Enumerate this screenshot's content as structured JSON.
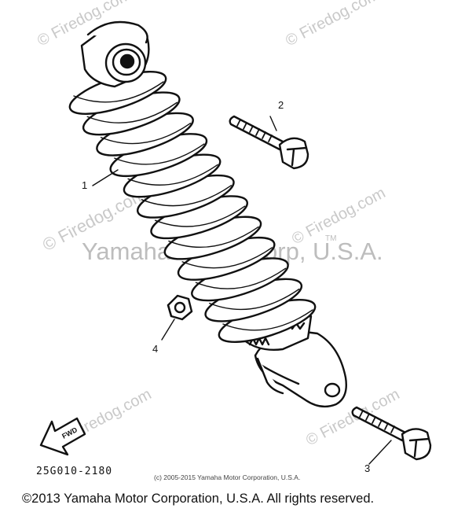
{
  "watermark": {
    "site": "© Firedog.com",
    "main": "Yamaha Motor Corp, U.S.A.",
    "tm": "TM"
  },
  "callouts": {
    "part1": "1",
    "part2": "2",
    "part3": "3",
    "part4": "4"
  },
  "forward_arrow_label": "FWD",
  "diagram_code": "25G010-2180",
  "copyright_small": "(c) 2005-2015 Yamaha Motor Corporation, U.S.A.",
  "copyright_main": "©2013 Yamaha Motor Corporation, U.S.A. All rights reserved."
}
